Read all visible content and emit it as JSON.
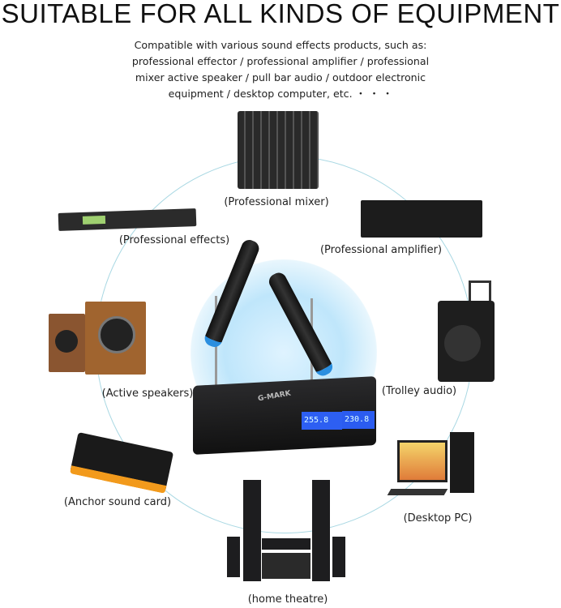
{
  "title": "SUITABLE FOR ALL KINDS OF EQUIPMENT",
  "description": "Compatible with various sound effects products, such as: professional effector / professional amplifier / professional mixer active speaker / pull bar audio / outdoor electronic equipment / desktop computer, etc. ・ ・ ・",
  "labels": {
    "mixer": "(Professional mixer)",
    "effects": "(Professional effects)",
    "amplifier": "(Professional amplifier)",
    "speakers": "(Active speakers)",
    "trolley": "(Trolley audio)",
    "soundcard": "(Anchor sound card)",
    "pc": "(Desktop PC)",
    "theatre": "(home theatre)"
  },
  "receiver": {
    "brand": "G-MARK",
    "channel_a": "255.8",
    "channel_b": "230.8"
  },
  "colors": {
    "ring": "#a9d8e3",
    "glow": "#bfe6fb",
    "lcd": "#2d5ff2",
    "mic_ring": "#2a8fe0"
  }
}
